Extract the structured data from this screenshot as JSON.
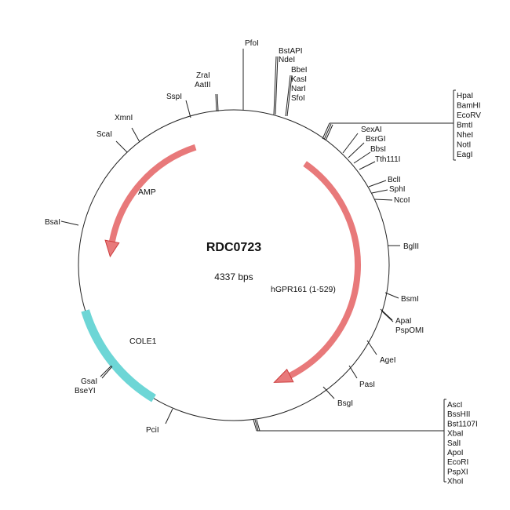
{
  "plasmid": {
    "name": "RDC0723",
    "size_label": "4337 bps"
  },
  "features": [
    {
      "name": "AMP",
      "color": "#e8797a",
      "stroke": "#cc3d3d",
      "direction": "ccw"
    },
    {
      "name": "hGPR161 (1-529)",
      "color": "#e8797a",
      "stroke": "#cc3d3d",
      "direction": "cw"
    },
    {
      "name": "COLE1",
      "color": "#6dd6d6",
      "stroke": "#2fb6b6",
      "direction": "none"
    }
  ],
  "sites": [
    "PfoI",
    "BstAPI",
    "NdeI",
    "BbeI",
    "KasI",
    "NarI",
    "SfoI",
    "ZraI",
    "AatII",
    "SspI",
    "XmnI",
    "ScaI",
    "BsaI",
    "SexAI",
    "BsrGI",
    "BbsI",
    "Tth111I",
    "BclI",
    "SphI",
    "NcoI",
    "BglII",
    "BsmI",
    "ApaI",
    "PspOMI",
    "AgeI",
    "PasI",
    "BsgI",
    "GsaI",
    "BseYI",
    "PciI"
  ],
  "site_group_mcs1": [
    "HpaI",
    "BamHI",
    "EcoRV",
    "BmtI",
    "NheI",
    "NotI",
    "EagI"
  ],
  "site_group_mcs2": [
    "AscI",
    "BssHII",
    "Bst1107I",
    "XbaI",
    "SalI",
    "ApoI",
    "EcoRI",
    "PspXI",
    "XhoI"
  ]
}
